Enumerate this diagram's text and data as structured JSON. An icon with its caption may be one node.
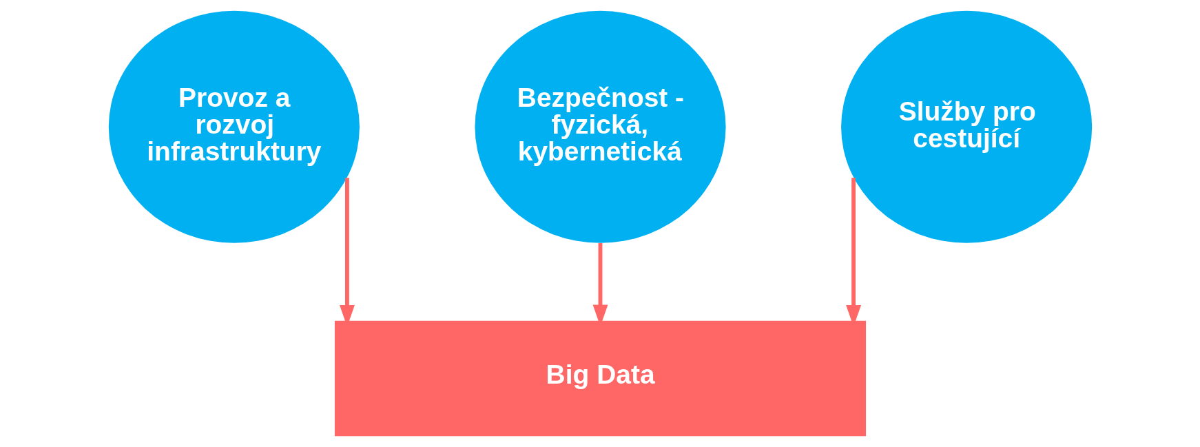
{
  "diagram": {
    "nodes": [
      {
        "text": [
          "Provoz a rozvoj infrastruktury"
        ]
      },
      {
        "text": [
          "Bezpečnost - fyzická, kybernetická"
        ]
      },
      {
        "text": [
          "Služby pro cestující"
        ]
      },
      {
        "text": [
          "Big Data"
        ]
      }
    ],
    "edges": [
      {
        "from": 0,
        "to": 3,
        "arrow": "to"
      },
      {
        "from": 1,
        "to": 3,
        "arrow": "to"
      },
      {
        "from": 2,
        "to": 3,
        "arrow": "to"
      }
    ]
  }
}
